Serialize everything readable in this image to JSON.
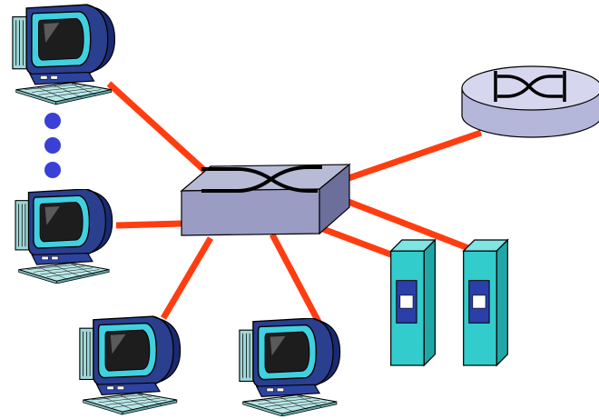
{
  "diagram": {
    "switch": {
      "icon": "ethernet-switch-icon",
      "top_color": "#b8bbd6",
      "front_color": "#9a9cc4",
      "side_color": "#6c6f9c"
    },
    "router": {
      "icon": "router-icon",
      "top_color": "#d6d7ee",
      "side_color": "#b4b6da"
    },
    "link_color": "#ff3d10",
    "hosts": [
      {
        "id": "host-1",
        "icon": "desktop-computer-icon"
      },
      {
        "id": "host-2",
        "icon": "desktop-computer-icon"
      },
      {
        "id": "host-3",
        "icon": "desktop-computer-icon"
      },
      {
        "id": "host-4",
        "icon": "desktop-computer-icon"
      }
    ],
    "servers": [
      {
        "id": "server-1",
        "icon": "server-tower-icon"
      },
      {
        "id": "server-2",
        "icon": "server-tower-icon"
      }
    ],
    "ellipsis": {
      "icon": "vertical-ellipsis-icon",
      "dot_color": "#3a3fd6"
    }
  }
}
